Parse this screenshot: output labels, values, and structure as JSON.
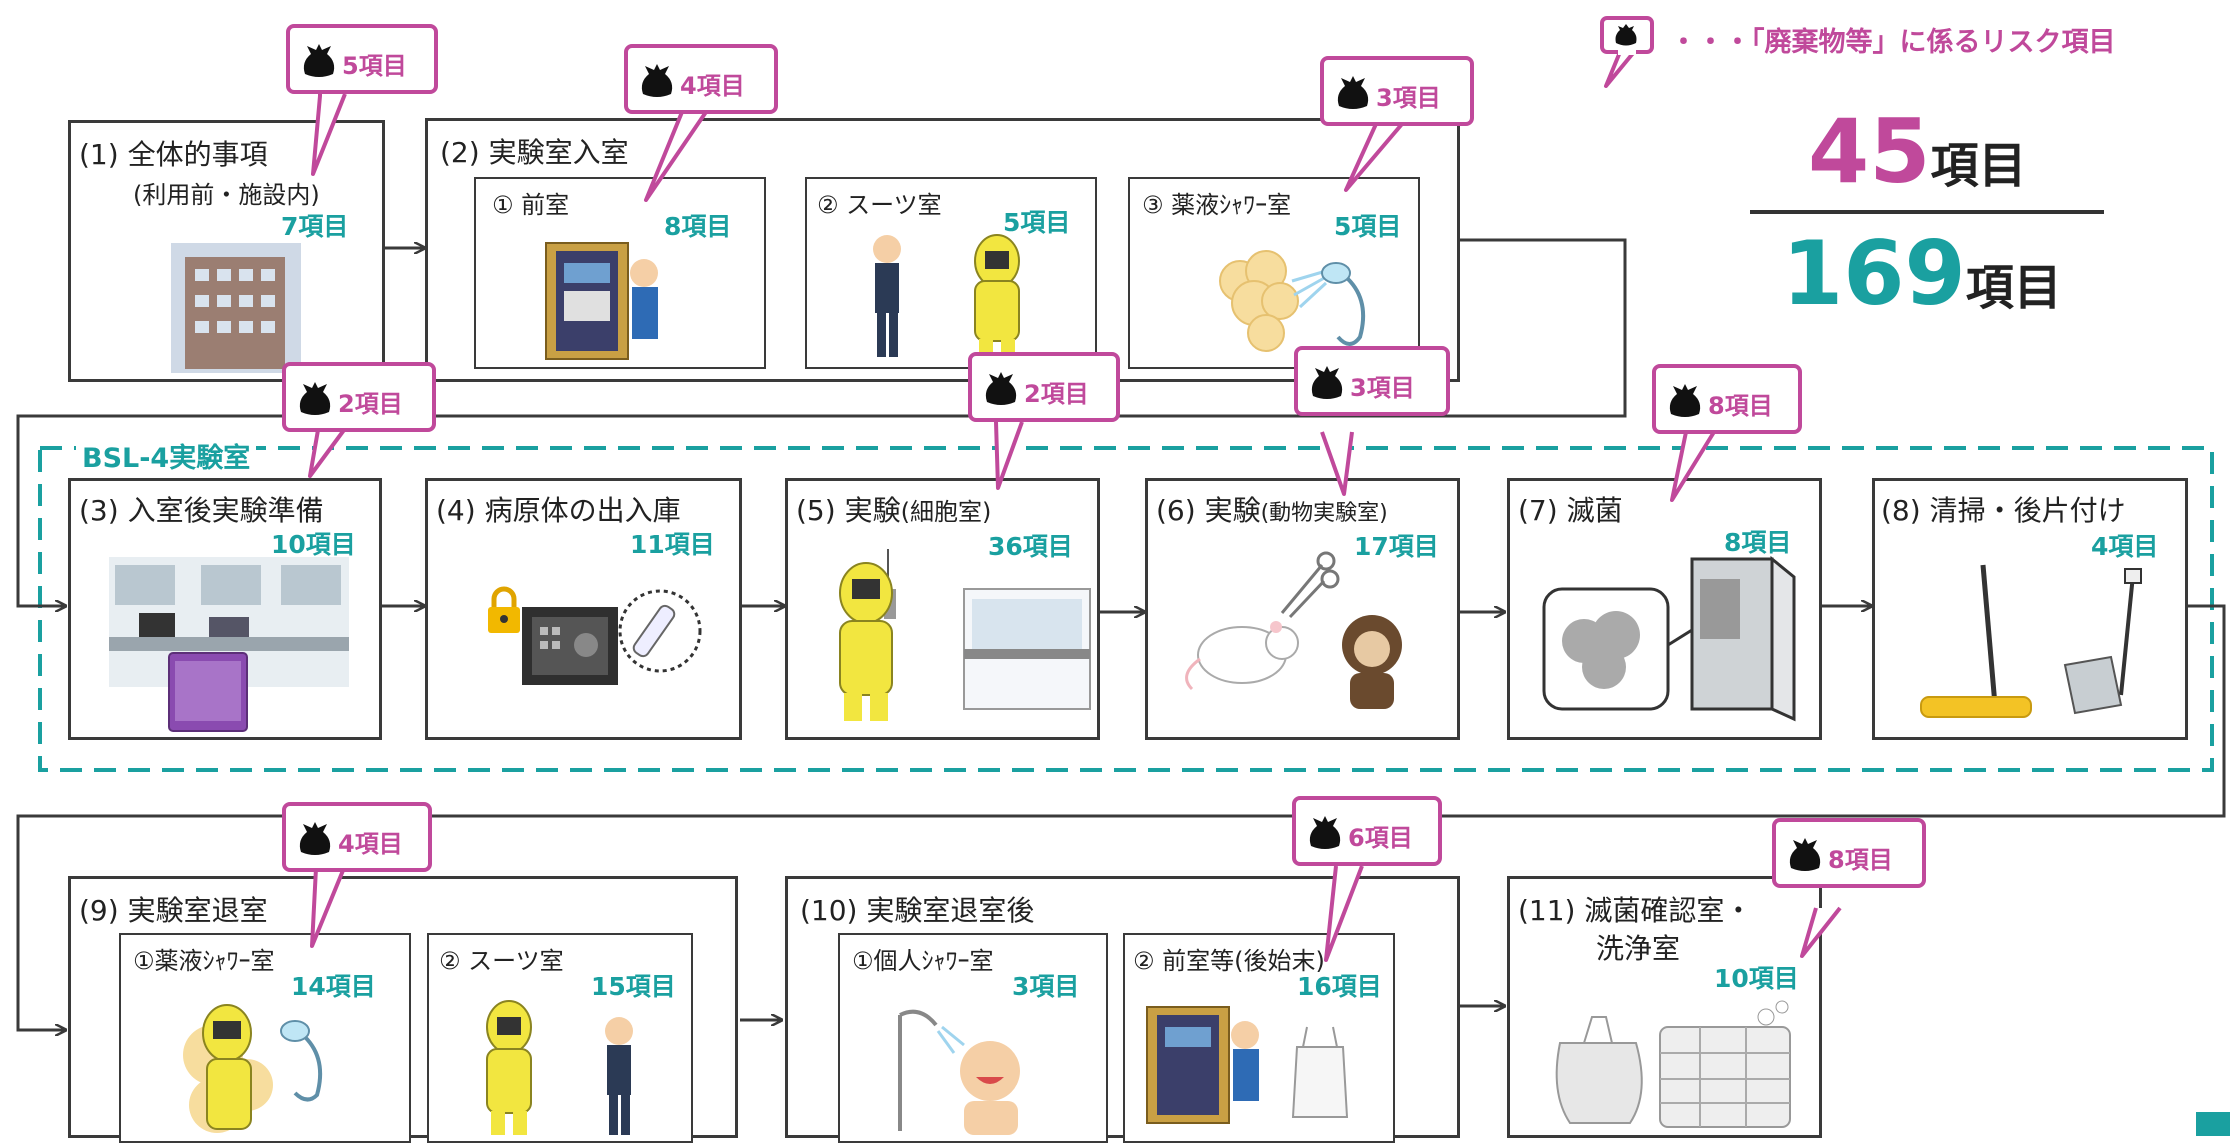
{
  "legend": {
    "text": "・・・「廃棄物等」に係るリスク項目",
    "color": "#c0499b"
  },
  "totals": {
    "waste": "45",
    "all": "169",
    "unit": "項目"
  },
  "zone": {
    "label": "BSL-4実験室",
    "color": "#1aa0a0"
  },
  "steps": {
    "s1": {
      "title": "(1) 全体的事項",
      "subtitle": "(利用前・施設内)",
      "count": "7項目",
      "waste": "5項目"
    },
    "s2": {
      "title": "(2) 実験室入室",
      "waste1": "4項目",
      "waste3": "3項目",
      "rooms": [
        {
          "label": "① 前室",
          "count": "8項目"
        },
        {
          "label": "② スーツ室",
          "count": "5項目"
        },
        {
          "label": "③ 薬液ｼｬﾜｰ室",
          "count": "5項目"
        }
      ]
    },
    "s3": {
      "title": "(3) 入室後実験準備",
      "count": "10項目",
      "waste": "2項目"
    },
    "s4": {
      "title": "(4) 病原体の出入庫",
      "count": "11項目"
    },
    "s5": {
      "title": "(5) 実験",
      "title_small": "(細胞室)",
      "count": "36項目",
      "waste": "2項目"
    },
    "s6": {
      "title": "(6) 実験",
      "title_small": "(動物実験室)",
      "count": "17項目",
      "waste": "3項目"
    },
    "s7": {
      "title": "(7) 滅菌",
      "count": "8項目",
      "waste": "8項目"
    },
    "s8": {
      "title": "(8) 清掃・後片付け",
      "count": "4項目"
    },
    "s9": {
      "title": "(9) 実験室退室",
      "waste": "4項目",
      "rooms": [
        {
          "label": "①薬液ｼｬﾜｰ室",
          "count": "14項目"
        },
        {
          "label": "② スーツ室",
          "count": "15項目"
        }
      ]
    },
    "s10": {
      "title": "(10) 実験室退室後",
      "waste": "6項目",
      "rooms": [
        {
          "label": "①個人ｼｬﾜｰ室",
          "count": "3項目"
        },
        {
          "label": "② 前室等(後始末)",
          "count": "16項目"
        }
      ]
    },
    "s11": {
      "title": "(11) 滅菌確認室・",
      "title2": "洗浄室",
      "count": "10項目",
      "waste": "8項目"
    }
  }
}
